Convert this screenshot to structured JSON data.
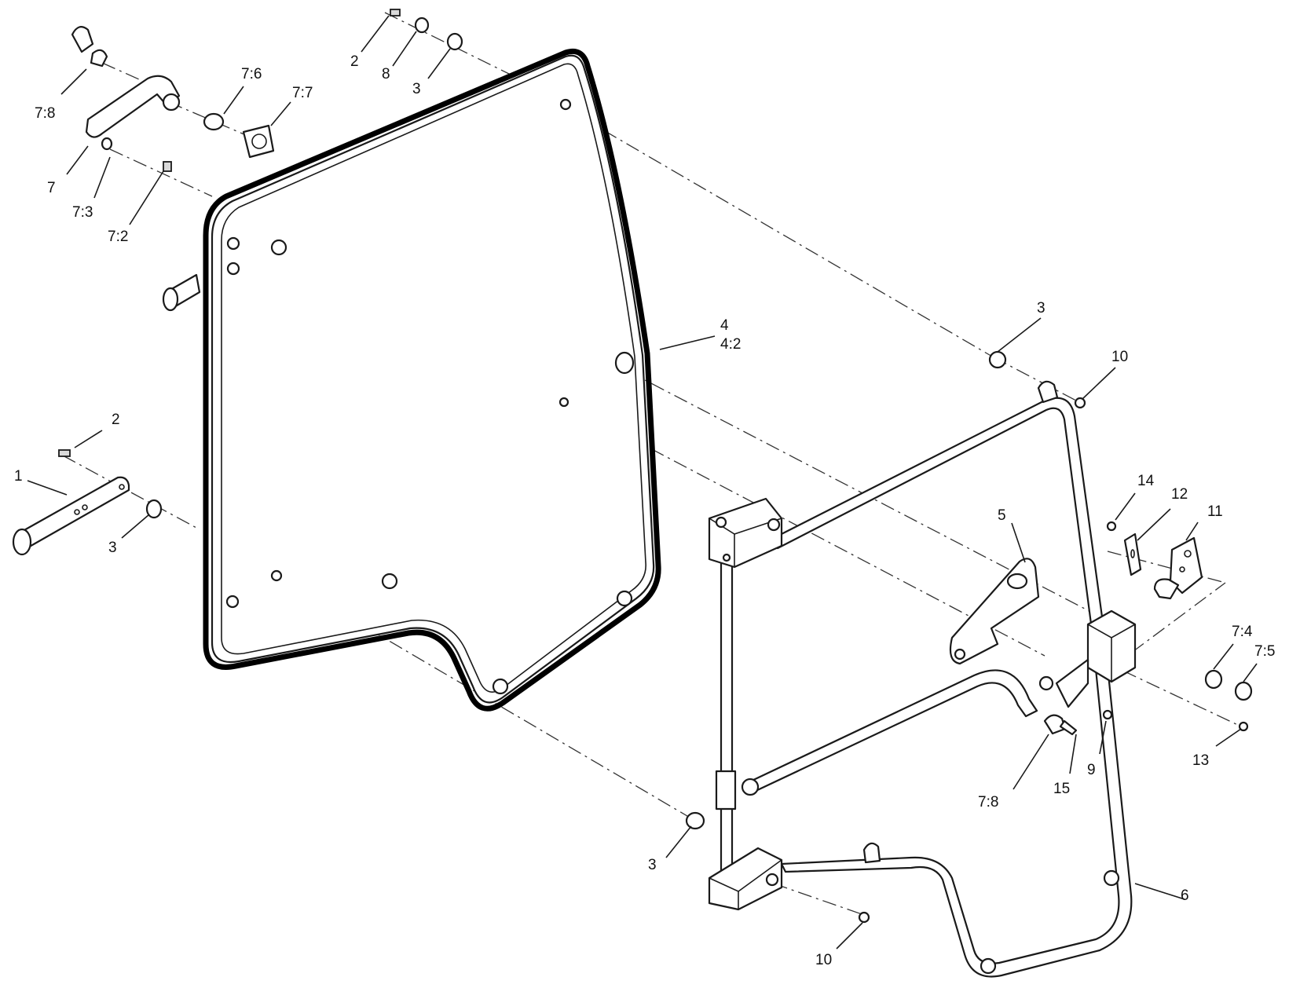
{
  "callouts": {
    "c_7_8_top": "7:8",
    "c_7_top": "7",
    "c_7_3": "7:3",
    "c_7_2": "7:2",
    "c_7_6": "7:6",
    "c_7_7": "7:7",
    "c_2_top": "2",
    "c_8": "8",
    "c_3_top": "3",
    "c_4": "4",
    "c_4_2": "4:2",
    "c_3_right": "3",
    "c_10_top": "10",
    "c_2_left": "2",
    "c_1": "1",
    "c_3_left": "3",
    "c_5": "5",
    "c_14": "14",
    "c_12": "12",
    "c_11": "11",
    "c_7_4": "7:4",
    "c_7_5": "7:5",
    "c_13": "13",
    "c_9": "9",
    "c_15": "15",
    "c_7_8_bottom": "7:8",
    "c_3_bottom": "3",
    "c_6": "6",
    "c_10_bottom": "10"
  }
}
